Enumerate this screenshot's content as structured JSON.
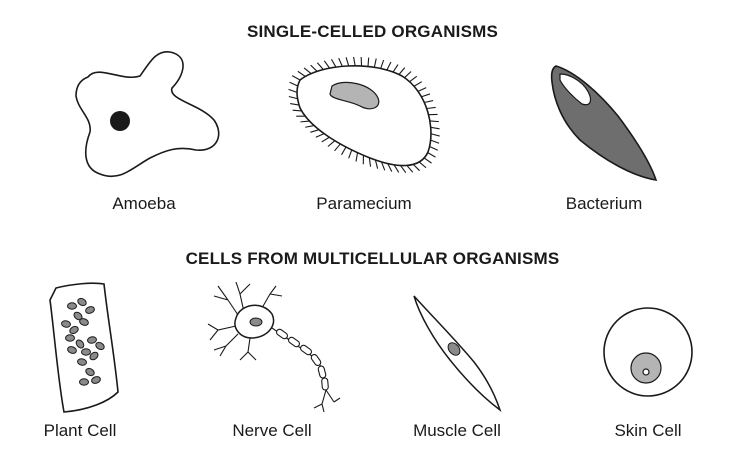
{
  "sections": [
    {
      "title": "SINGLE-CELLED ORGANISMS",
      "cells": [
        "Amoeba",
        "Paramecium",
        "Bacterium"
      ]
    },
    {
      "title": "CELLS FROM MULTICELLULAR ORGANISMS",
      "cells": [
        "Plant Cell",
        "Nerve Cell",
        "Muscle Cell",
        "Skin Cell"
      ]
    }
  ],
  "colors": {
    "stroke": "#1a1a1a",
    "gray_fill": "#6e6e6e",
    "light_gray": "#b4b4b4",
    "organelle": "#8a8a8a"
  }
}
